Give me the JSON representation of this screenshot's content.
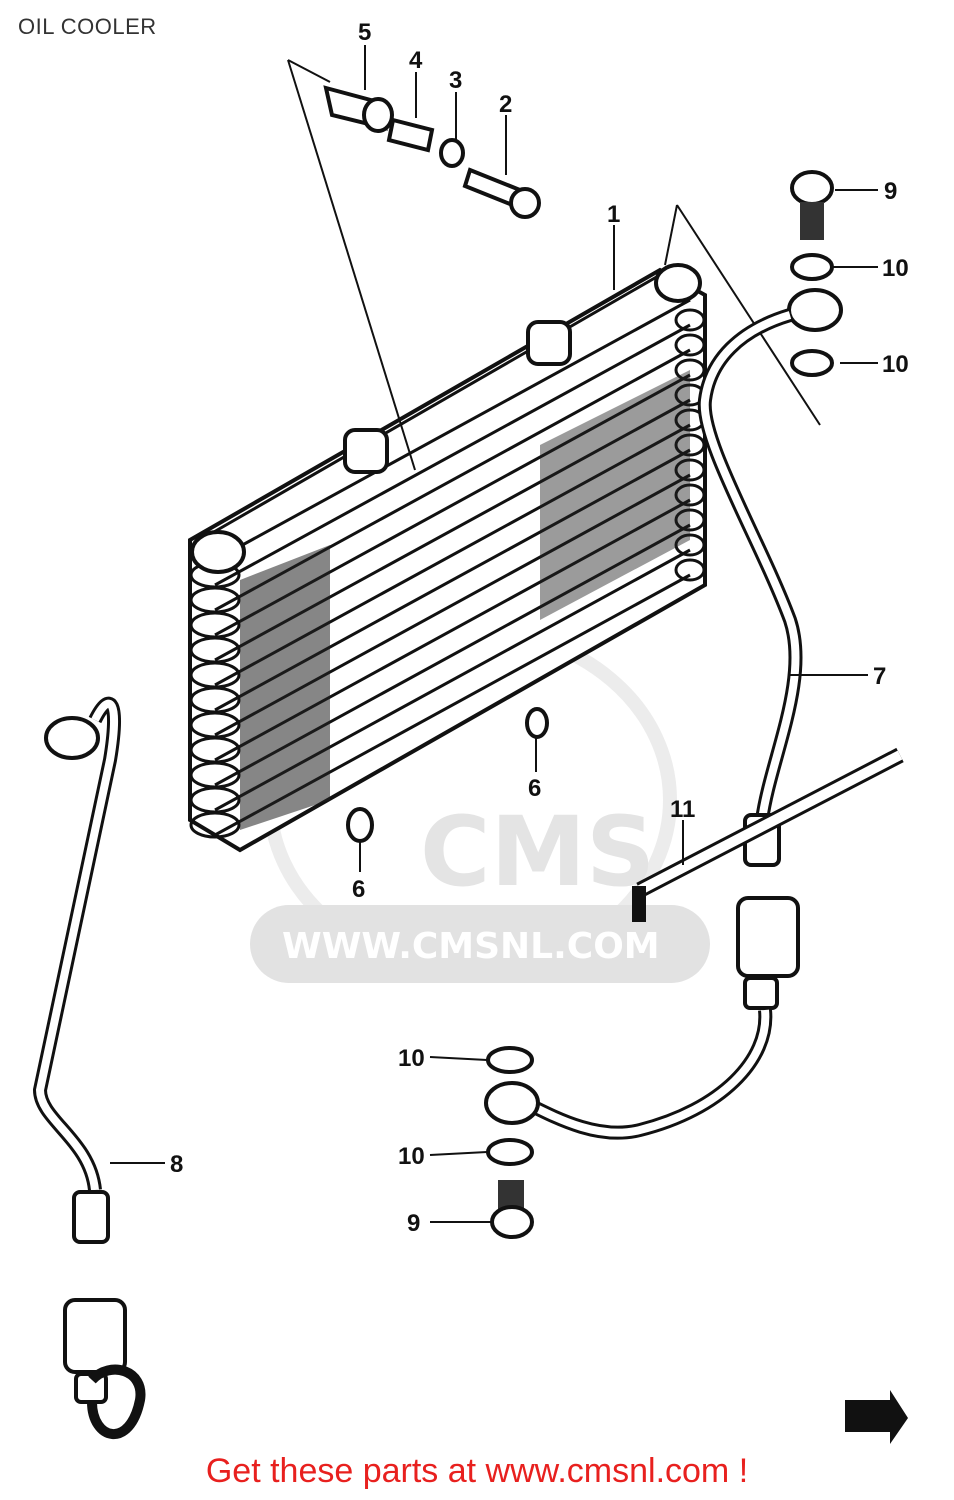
{
  "page": {
    "title": "OIL COOLER",
    "footer": "Get these parts at www.cmsnl.com !"
  },
  "watermark": {
    "brand": "CMS",
    "url": "WWW.CMSNL.COM"
  },
  "callouts": [
    {
      "id": "c5",
      "text": "5"
    },
    {
      "id": "c4",
      "text": "4"
    },
    {
      "id": "c3",
      "text": "3"
    },
    {
      "id": "c2",
      "text": "2"
    },
    {
      "id": "c1",
      "text": "1"
    },
    {
      "id": "c9a",
      "text": "9"
    },
    {
      "id": "c10a",
      "text": "10"
    },
    {
      "id": "c10b",
      "text": "10"
    },
    {
      "id": "c7",
      "text": "7"
    },
    {
      "id": "c6a",
      "text": "6"
    },
    {
      "id": "c6b",
      "text": "6"
    },
    {
      "id": "c11",
      "text": "11"
    },
    {
      "id": "c8",
      "text": "8"
    },
    {
      "id": "c10c",
      "text": "10"
    },
    {
      "id": "c10d",
      "text": "10"
    },
    {
      "id": "c9b",
      "text": "9"
    }
  ],
  "colors": {
    "footer": "#e8201e",
    "lines": "#111111",
    "watermark": "#e4e4e4"
  }
}
